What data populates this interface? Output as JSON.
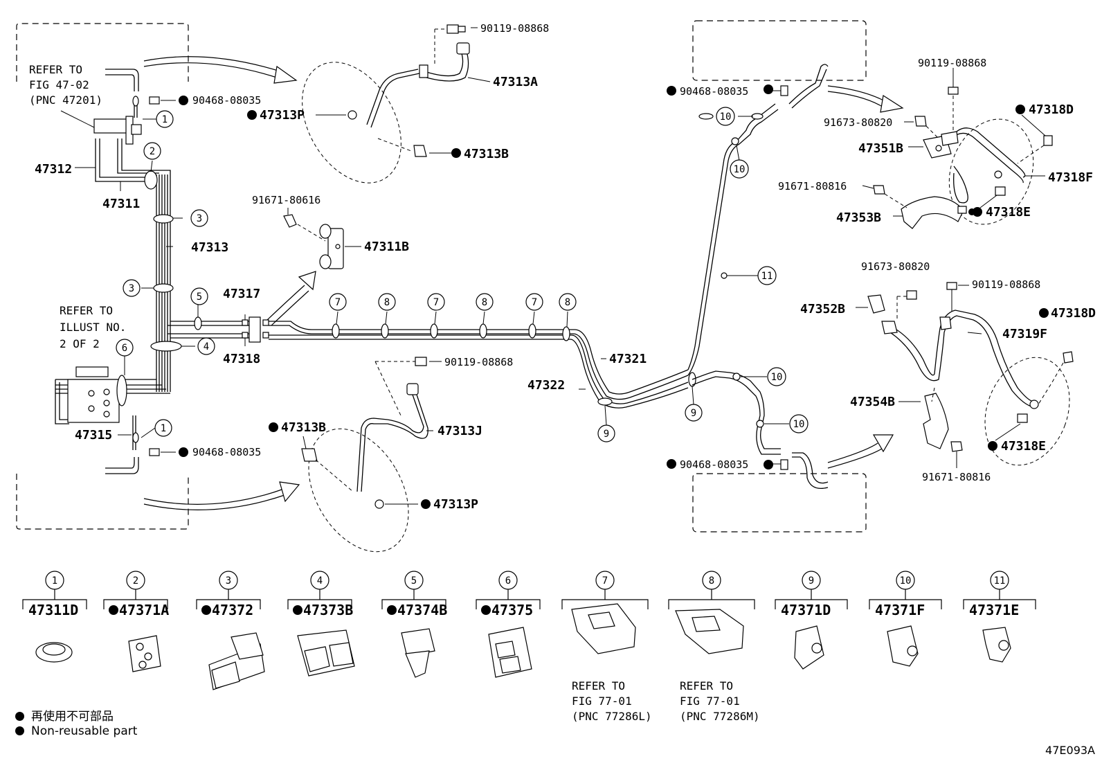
{
  "diagram": {
    "code": "47E093A",
    "legend": [
      {
        "text": "再使用不可部品"
      },
      {
        "text": "Non-reusable part"
      }
    ],
    "refs": {
      "fig4702": [
        "REFER TO",
        "FIG 47-02",
        "(PNC 47201)"
      ],
      "illust": [
        "REFER TO",
        "ILLUST NO.",
        "2 OF 2"
      ],
      "fig7701_l": [
        "REFER TO",
        "FIG 77-01",
        "(PNC 77286L)"
      ],
      "fig7701_m": [
        "REFER TO",
        "FIG 77-01",
        "(PNC 77286M)"
      ]
    },
    "labels": {
      "p47312": "47312",
      "p47311": "47311",
      "p47313": "47313",
      "p47315": "47315",
      "p47317": "47317",
      "p47318": "47318",
      "p47321": "47321",
      "p47322": "47322",
      "p47313A": "47313A",
      "p47313P_top": "47313P",
      "p47313B_top": "47313B",
      "p47313B_bot": "47313B",
      "p47313J": "47313J",
      "p47313P_bot": "47313P",
      "p47311B": "47311B",
      "b90119_top": "90119-08868",
      "b90468_tl": "90468-08035",
      "b90468_bl": "90468-08035",
      "b91671_80616": "91671-80616",
      "b90119_mid": "90119-08868",
      "b90468_tr": "90468-08035",
      "b90468_br": "90468-08035",
      "b90119_tr": "90119-08868",
      "b91673_tr": "91673-80820",
      "p47351B": "47351B",
      "b91671_tr": "91671-80816",
      "p47353B": "47353B",
      "p47318D_tr": "47318D",
      "p47318F": "47318F",
      "p47318E_tr": "47318E",
      "b91673_br": "91673-80820",
      "b90119_br": "90119-08868",
      "p47352B": "47352B",
      "p47318D_br": "47318D",
      "p47319F": "47319F",
      "p47354B": "47354B",
      "p47318E_br": "47318E",
      "b91671_br": "91671-80816"
    },
    "callouts": {
      "c1": "1",
      "c2": "2",
      "c3": "3",
      "c4": "4",
      "c5": "5",
      "c6": "6",
      "c7": "7",
      "c8": "8",
      "c9": "9",
      "c10": "10",
      "c11": "11"
    },
    "key": [
      {
        "num": "1",
        "pn": "47311D",
        "nonreusable": false
      },
      {
        "num": "2",
        "pn": "47371A",
        "nonreusable": true
      },
      {
        "num": "3",
        "pn": "47372",
        "nonreusable": true
      },
      {
        "num": "4",
        "pn": "47373B",
        "nonreusable": true
      },
      {
        "num": "5",
        "pn": "47374B",
        "nonreusable": true
      },
      {
        "num": "6",
        "pn": "47375",
        "nonreusable": true
      },
      {
        "num": "7",
        "pn": "",
        "nonreusable": false
      },
      {
        "num": "8",
        "pn": "",
        "nonreusable": false
      },
      {
        "num": "9",
        "pn": "47371D",
        "nonreusable": false
      },
      {
        "num": "10",
        "pn": "47371F",
        "nonreusable": false
      },
      {
        "num": "11",
        "pn": "47371E",
        "nonreusable": false
      }
    ]
  }
}
